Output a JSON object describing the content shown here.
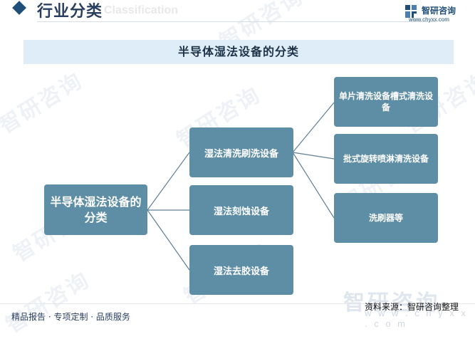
{
  "header": {
    "title": "行业分类",
    "subtitle_en": "Classification",
    "brand_name": "智研咨询",
    "brand_url": "www.chyxx.com"
  },
  "chart_title": "半导体湿法设备的分类",
  "tree": {
    "root": "半导体湿法设备的分类",
    "level1": [
      "湿法清洗刷洗设备",
      "湿法刻蚀设备",
      "湿法去胶设备"
    ],
    "level2": [
      "单片清洗设备槽式清洗设备",
      "批式旋转喷淋清洗设备",
      "洗刷器等"
    ]
  },
  "watermark": {
    "text": "智研咨询",
    "url": "w w w . c h y x x . c o m"
  },
  "footer": {
    "left": "精品报告 · 专项定制 · 品质服务",
    "source": "资料来源：智研咨询整理"
  },
  "colors": {
    "node": "#5e8ea6",
    "band": "#deedf7",
    "connector": "#5e7f95",
    "brand": "#1f4e79"
  }
}
